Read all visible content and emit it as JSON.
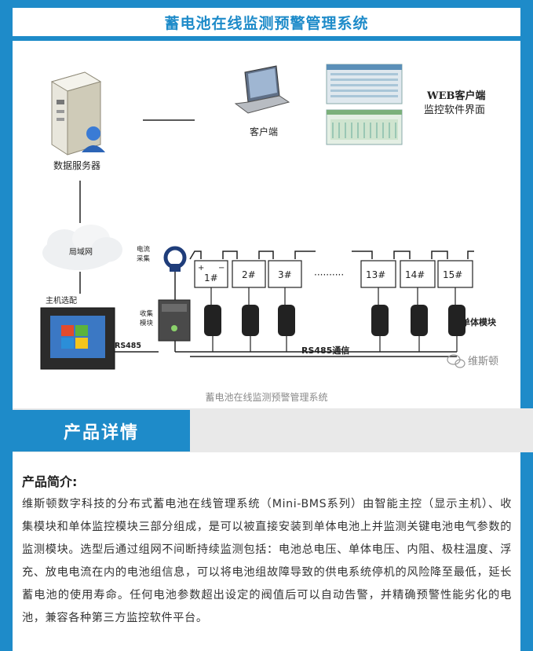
{
  "header": {
    "title": "蓄电池在线监测预警管理系统"
  },
  "diagram": {
    "server_label": "数据服务器",
    "client_label": "客户端",
    "web_label_line1": "WEB客户端",
    "web_label_line2": "监控软件界面",
    "lan_label": "局域网",
    "host_label": "主机选配",
    "current_label_line1": "电流",
    "current_label_line2": "采集",
    "collector_label_line1": "收集",
    "collector_label_line2": "模块",
    "rs485_left": "RS485",
    "rs485_comm": "RS485通信",
    "unit_module_label": "单体模块",
    "battery_labels": [
      "1#",
      "2#",
      "3#",
      "13#",
      "14#",
      "15#"
    ],
    "ellipsis": "··········",
    "watermark": "维斯顿",
    "caption": "蓄电池在线监测预警管理系统"
  },
  "details": {
    "tab_label": "产品详情",
    "intro_heading": "产品简介:",
    "intro_text": "维斯顿数字科技的分布式蓄电池在线管理系统（Mini-BMS系列）由智能主控（显示主机）、收集模块和单体监控模块三部分组成，是可以被直接安装到单体电池上并监测关键电池电气参数的监测模块。选型后通过组网不间断持续监测包括：电池总电压、单体电压、内阻、极柱温度、浮充、放电电流在内的电池组信息，可以将电池组故障导致的供电系统停机的风险降至最低，延长蓄电池的使用寿命。任何电池参数超出设定的阀值后可以自动告警，并精确预警性能劣化的电池，兼容各种第三方监控软件平台。"
  },
  "colors": {
    "accent": "#1e8bc9",
    "band": "#e9e9e9"
  }
}
